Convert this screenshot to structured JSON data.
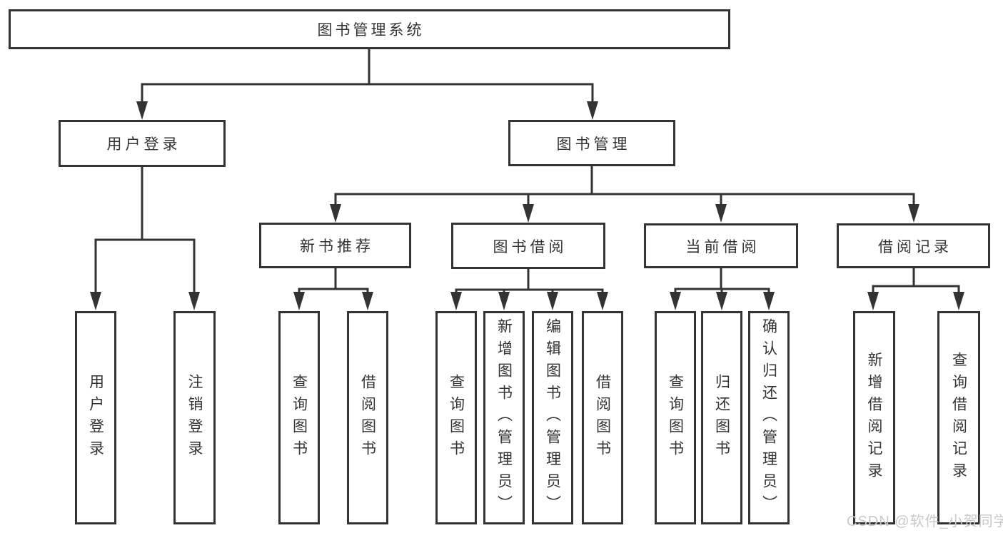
{
  "tree": {
    "label": "图书管理系统",
    "children": [
      {
        "label": "用户登录",
        "children": [
          {
            "label": "用户登录"
          },
          {
            "label": "注销登录"
          }
        ]
      },
      {
        "label": "图书管理",
        "children": [
          {
            "label": "新书推荐",
            "children": [
              {
                "label": "查询图书"
              },
              {
                "label": "借阅图书"
              }
            ]
          },
          {
            "label": "图书借阅",
            "children": [
              {
                "label": "查询图书"
              },
              {
                "label": "新增图书（管理员）"
              },
              {
                "label": "编辑图书（管理员）"
              },
              {
                "label": "借阅图书"
              }
            ]
          },
          {
            "label": "当前借阅",
            "children": [
              {
                "label": "查询图书"
              },
              {
                "label": "归还图书"
              },
              {
                "label": "确认归还（管理员）"
              }
            ]
          },
          {
            "label": "借阅记录",
            "children": [
              {
                "label": "新增借阅记录"
              },
              {
                "label": "查询借阅记录"
              }
            ]
          }
        ]
      }
    ]
  },
  "watermark": {
    "text": "CSDN @软件_小贺同学"
  },
  "colors": {
    "line": "#333333",
    "text": "#333333",
    "watermark": "#c9c9c9",
    "background": "#ffffff"
  }
}
